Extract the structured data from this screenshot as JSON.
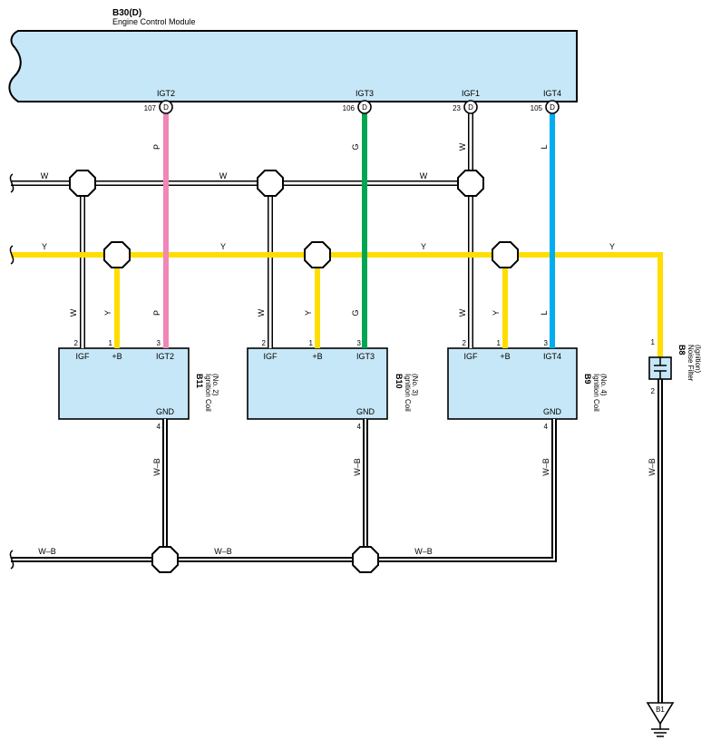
{
  "ecm": {
    "id": "B30(D)",
    "name": "Engine Control Module",
    "connector_letter": "D",
    "fill": "#c6e7f7",
    "terminals": [
      {
        "name": "IGT2",
        "pin": "107"
      },
      {
        "name": "IGT3",
        "pin": "106"
      },
      {
        "name": "IGF1",
        "pin": "23"
      },
      {
        "name": "IGT4",
        "pin": "105"
      }
    ]
  },
  "coils": [
    {
      "id": "B11",
      "name": "Ignition Coil",
      "sub": "(No. 2)",
      "terminals": {
        "igf": "IGF",
        "b": "+B",
        "igt": "IGT2",
        "gnd": "GND"
      },
      "pins": {
        "igf": "2",
        "b": "1",
        "igt": "3",
        "gnd": "4"
      }
    },
    {
      "id": "B10",
      "name": "Ignition Coil",
      "sub": "(No. 3)",
      "terminals": {
        "igf": "IGF",
        "b": "+B",
        "igt": "IGT3",
        "gnd": "GND"
      },
      "pins": {
        "igf": "2",
        "b": "1",
        "igt": "3",
        "gnd": "4"
      }
    },
    {
      "id": "B9",
      "name": "Ignition Coil",
      "sub": "(No. 4)",
      "terminals": {
        "igf": "IGF",
        "b": "+B",
        "igt": "IGT4",
        "gnd": "GND"
      },
      "pins": {
        "igf": "2",
        "b": "1",
        "igt": "3",
        "gnd": "4"
      }
    }
  ],
  "noise_filter": {
    "id": "B8",
    "name": "Noise Filter",
    "sub": "(Ignition)",
    "pin_top": "1",
    "pin_bottom": "2"
  },
  "ground": {
    "id": "B1"
  },
  "wire_codes": {
    "white": "W",
    "yellow": "Y",
    "pink": "P",
    "green": "G",
    "blue": "L",
    "white_black": "W–B"
  },
  "colors": {
    "yellow": "#ffdd00",
    "pink": "#f087b8",
    "green": "#00a651",
    "blue": "#00aeef",
    "box_fill": "#c6e7f7"
  }
}
